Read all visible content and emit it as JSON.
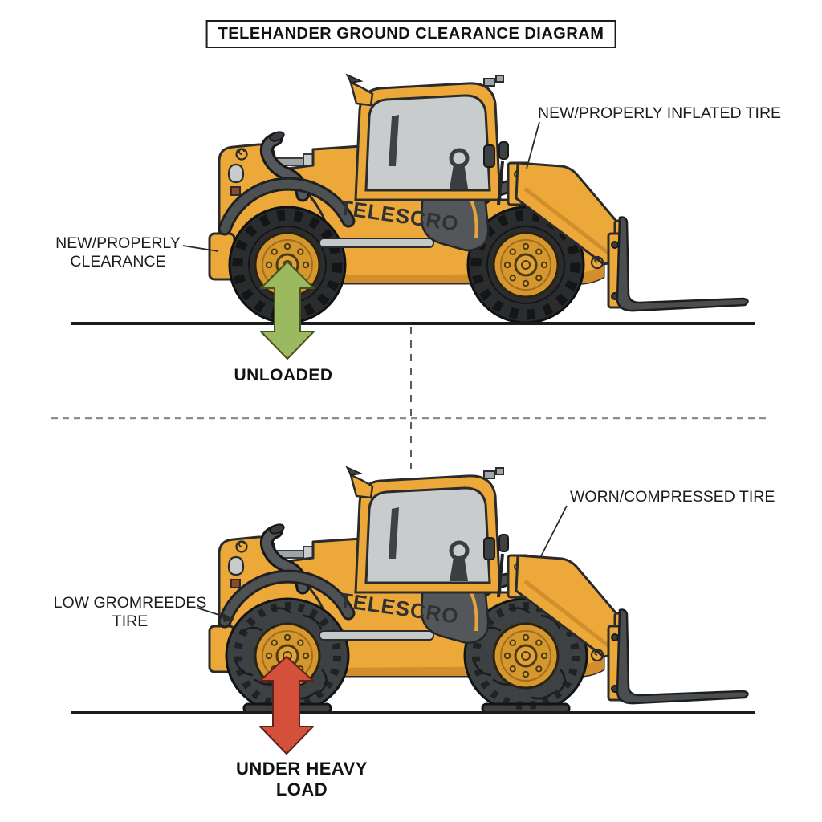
{
  "title": "TELEHANDER GROUND CLEARANCE DIAGRAM",
  "brand": "TELESCRO",
  "colors": {
    "body_orange": "#EDA83A",
    "unloaded_arrow": "#9BB95F",
    "unloaded_arrow_stroke": "#47521F",
    "heavy_arrow": "#D5503B",
    "heavy_arrow_stroke": "#59241A"
  },
  "top_panel": {
    "tire_label": "NEW/PROPERLY INFLATED TIRE",
    "clearance_label_line1": "NEW/PROPERLY",
    "clearance_label_line2": "CLEARANCE",
    "caption": "UNLOADED"
  },
  "bottom_panel": {
    "tire_label": "WORN/COMPRESSED TIRE",
    "clearance_label_line1": "LOW GROMREEDES",
    "clearance_label_line2": "TIRE",
    "caption": "UNDER HEAVY LOAD"
  }
}
